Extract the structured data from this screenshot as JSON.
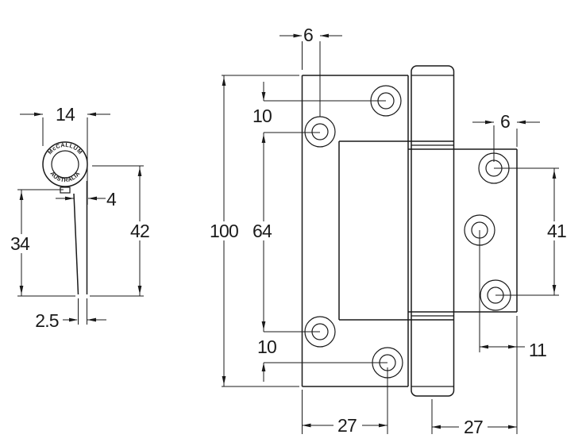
{
  "drawing": {
    "background": "#ffffff",
    "line_color": "#1a1a1a",
    "side_view": {
      "brand_text_top": "McCALLUM",
      "brand_text_bottom": "AUSTRALIA",
      "dimensions": {
        "knuckle_diameter": "14",
        "leaf_top_thickness": "4",
        "leaf_length_from_pin_center": "42",
        "leaf_length_from_knuckle": "34",
        "leaf_bottom_thickness": "2.5"
      }
    },
    "front_view": {
      "dimensions": {
        "top_hole_edge_offset": "6",
        "top_hole_spacing": "10",
        "hinge_height": "100",
        "left_hole_span": "64",
        "bottom_hole_spacing": "10",
        "left_leaf_width": "27",
        "right_hole_edge_offset": "6",
        "right_hole_span": "41",
        "right_hole_offset": "11",
        "right_leaf_width": "27"
      }
    }
  }
}
